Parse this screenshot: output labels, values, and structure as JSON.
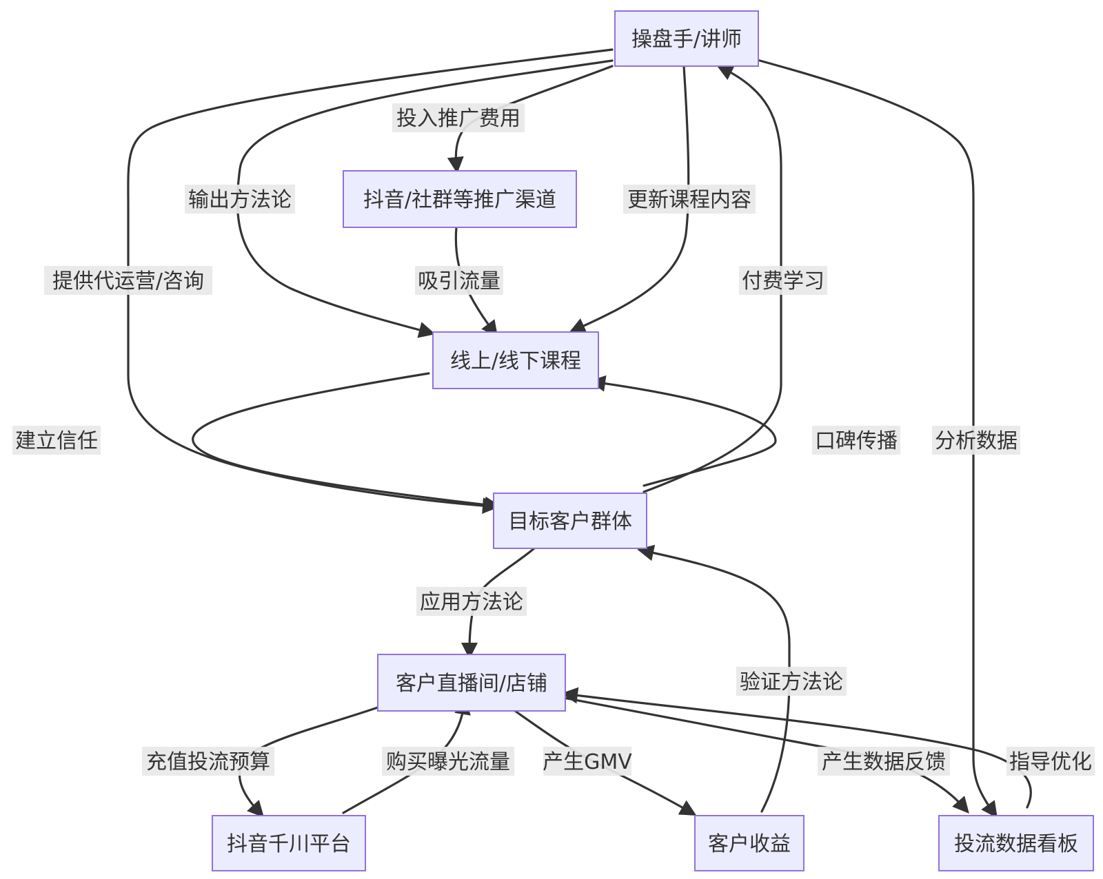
{
  "colors": {
    "node_fill": "#ECECFF",
    "node_stroke": "#9370DB",
    "edge_stroke": "#333333",
    "label_bg": "#e8e8e8",
    "text": "#333333"
  },
  "nodes": [
    {
      "id": "operator",
      "label": "操盘手/讲师"
    },
    {
      "id": "channels",
      "label": "抖音/社群等推广渠道"
    },
    {
      "id": "courses",
      "label": "线上/线下课程"
    },
    {
      "id": "customers",
      "label": "目标客户群体"
    },
    {
      "id": "stores",
      "label": "客户直播间/店铺"
    },
    {
      "id": "qianchuan",
      "label": "抖音千川平台"
    },
    {
      "id": "revenue",
      "label": "客户收益"
    },
    {
      "id": "dashboard",
      "label": "投流数据看板"
    }
  ],
  "edges": [
    {
      "from": "operator",
      "to": "channels",
      "label": "投入推广费用"
    },
    {
      "from": "operator",
      "to": "courses",
      "label": "输出方法论"
    },
    {
      "from": "operator",
      "to": "courses",
      "label": "更新课程内容"
    },
    {
      "from": "operator",
      "to": "customers",
      "label": "提供代运营/咨询"
    },
    {
      "from": "operator",
      "to": "dashboard",
      "label": "分析数据"
    },
    {
      "from": "channels",
      "to": "courses",
      "label": "吸引流量"
    },
    {
      "from": "courses",
      "to": "customers",
      "label": "建立信任"
    },
    {
      "from": "customers",
      "to": "operator",
      "label": "付费学习"
    },
    {
      "from": "customers",
      "to": "courses",
      "label": "口碑传播"
    },
    {
      "from": "customers",
      "to": "stores",
      "label": "应用方法论"
    },
    {
      "from": "stores",
      "to": "qianchuan",
      "label": "充值投流预算"
    },
    {
      "from": "qianchuan",
      "to": "stores",
      "label": "购买曝光流量"
    },
    {
      "from": "stores",
      "to": "revenue",
      "label": "产生GMV"
    },
    {
      "from": "stores",
      "to": "dashboard",
      "label": "产生数据反馈"
    },
    {
      "from": "dashboard",
      "to": "stores",
      "label": "指导优化"
    },
    {
      "from": "revenue",
      "to": "customers",
      "label": "验证方法论"
    }
  ]
}
